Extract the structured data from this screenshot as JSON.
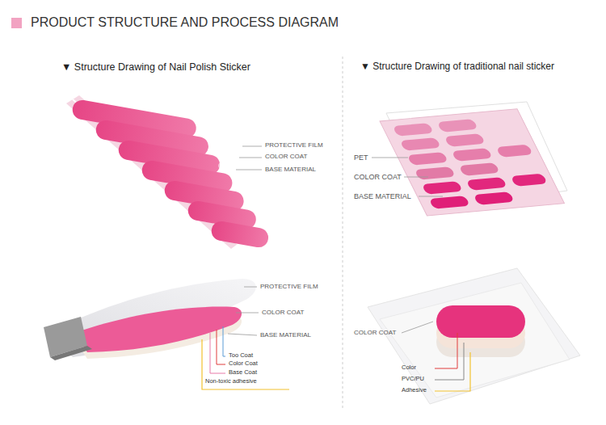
{
  "diagram": {
    "title": "PRODUCT STRUCTURE AND PROCESS DIAGRAM",
    "labels": [
      "▼ Structure Drawing of Nail Polish Sticker",
      "▼ Structure Drawing of traditional nail sticker",
      "PROTECTIVE FILM",
      "COLOR COAT",
      "BASE MATERIAL",
      "PET",
      "COLOR COAT",
      "BASE MATERIAL",
      "PROTECTIVE FILM",
      "COLOR COAT",
      "BASE MATERIAL",
      "Too Coat",
      "Color Coat",
      "Base Coat",
      "Non-toxic adhesive",
      "COLOR COAT",
      "Color",
      "PVC/PU",
      "Adhesive"
    ]
  }
}
